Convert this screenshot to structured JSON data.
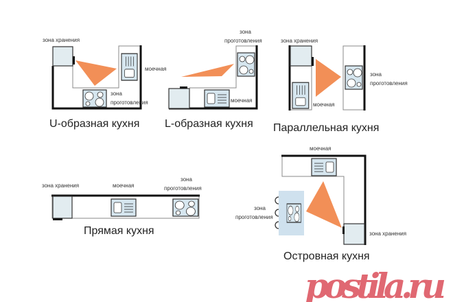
{
  "labels": {
    "storage": "зона хранения",
    "sink": "моечная",
    "cook_1": "зона",
    "cook_2": "проготовления"
  },
  "titles": {
    "u": "U-образная кухня",
    "l": "L-образная кухня",
    "parallel": "Параллельная кухня",
    "straight": "Прямая кухня",
    "island": "Островная кухня"
  },
  "watermark": "postila.ru",
  "colors": {
    "triangle": "#f28f57",
    "cabinet": "#e2ecf0",
    "island": "#cfe1ee",
    "watermark": "#d9434f"
  }
}
